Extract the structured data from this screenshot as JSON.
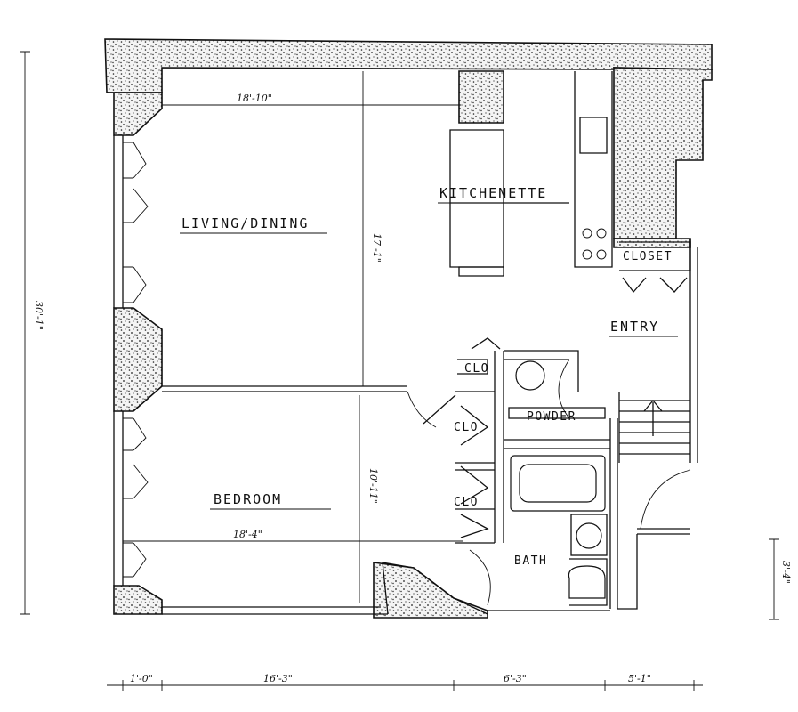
{
  "rooms": {
    "living": "LIVING/DINING",
    "kitchen": "KITCHENETTE",
    "closet": "CLOSET",
    "entry": "ENTRY",
    "powder": "POWDER",
    "bedroom": "BEDROOM",
    "bath": "BATH",
    "clo_upper": "CLO",
    "clo_lower": "CLO",
    "clo_top": "CLO"
  },
  "dimensions": {
    "living_width": "18'-10\"",
    "living_depth": "17'-1\"",
    "bedroom_width": "18'-4\"",
    "bedroom_depth": "10'-11\"",
    "overall_height": "30'-1\"",
    "bottom_left": "1'-0\"",
    "bottom_main": "16'-3\"",
    "bottom_mid": "6'-3\"",
    "bottom_right": "5'-1\"",
    "right_offset": "3'-4\""
  }
}
